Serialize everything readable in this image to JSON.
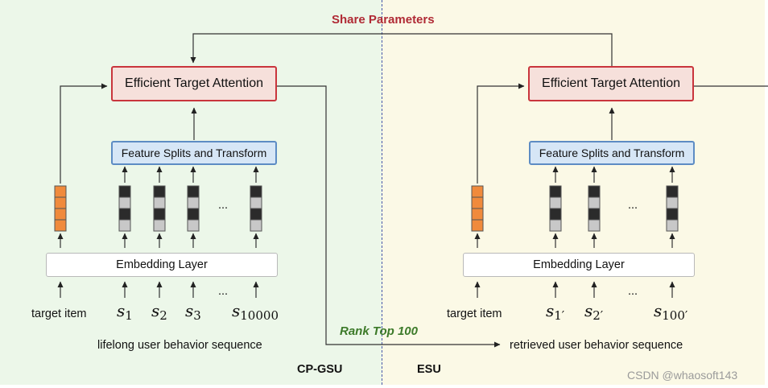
{
  "title_share": "Share Parameters",
  "rank_label": "Rank Top 100",
  "watermark": "CSDN @whaosoft143",
  "colors": {
    "left_bg": "#ecf7e9",
    "right_bg": "#fbf9e6",
    "attention_fill": "#f6e0db",
    "attention_border": "#c9353c",
    "feature_fill": "#d6e6f6",
    "feature_border": "#5d8cc4",
    "embed_target": "#f08a3c",
    "embed_dark": "#2b2b2b",
    "embed_light": "#c8c8c8",
    "share_text": "#b02a35",
    "rank_text": "#3c7a29"
  },
  "left": {
    "attention_label": "Efficient Target Attention",
    "feature_label": "Feature Splits and Transform",
    "embedding_label": "Embedding Layer",
    "target_label": "target item",
    "ellipsis": "...",
    "inputs": [
      {
        "sym": "s",
        "sub": "1"
      },
      {
        "sym": "s",
        "sub": "2"
      },
      {
        "sym": "s",
        "sub": "3"
      },
      {
        "sym": "s",
        "sub": "10000"
      }
    ],
    "sequence_label": "lifelong user behavior sequence",
    "stage_label": "CP-GSU"
  },
  "right": {
    "attention_label": "Efficient Target Attention",
    "feature_label": "Feature Splits and Transform",
    "embedding_label": "Embedding Layer",
    "target_label": "target item",
    "ellipsis": "...",
    "inputs": [
      {
        "sym": "s",
        "sub": "1′"
      },
      {
        "sym": "s",
        "sub": "2′"
      },
      {
        "sym": "s",
        "sub": "100′"
      }
    ],
    "sequence_label": "retrieved user behavior sequence",
    "stage_label": "ESU"
  }
}
